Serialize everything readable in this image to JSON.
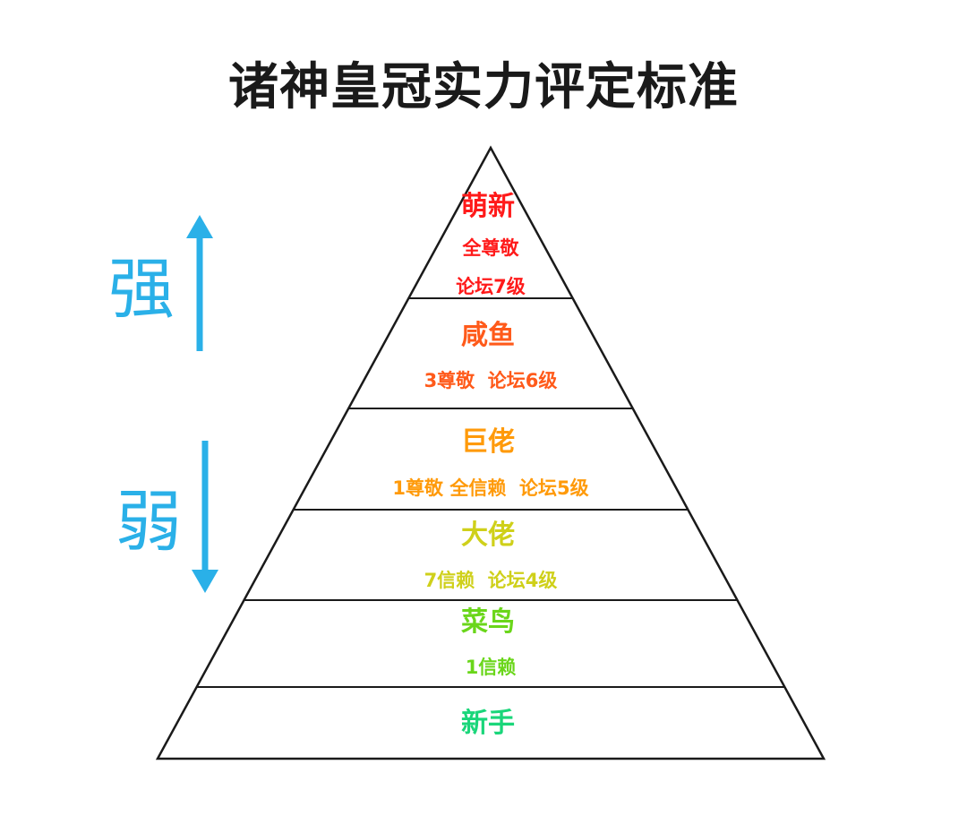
{
  "title": "诸神皇冠实力评定标准",
  "side_labels": {
    "strong": "强",
    "weak": "弱"
  },
  "colors": {
    "arrow": "#2ab0e8",
    "outline": "#1a1a1a"
  },
  "tiers": [
    {
      "name": "萌新",
      "lines": [
        "全尊敬",
        "论坛7级"
      ],
      "color": "#ff1a1a"
    },
    {
      "name": "咸鱼",
      "lines": [
        "3尊敬  论坛6级"
      ],
      "color": "#ff5a1a"
    },
    {
      "name": "巨佬",
      "lines": [
        "1尊敬 全信赖  论坛5级"
      ],
      "color": "#ff9a0a"
    },
    {
      "name": "大佬",
      "lines": [
        "7信赖  论坛4级"
      ],
      "color": "#cfd01a"
    },
    {
      "name": "菜鸟",
      "lines": [
        "1信赖"
      ],
      "color": "#6ad61a"
    },
    {
      "name": "新手",
      "lines": [],
      "color": "#1ad67a"
    }
  ]
}
